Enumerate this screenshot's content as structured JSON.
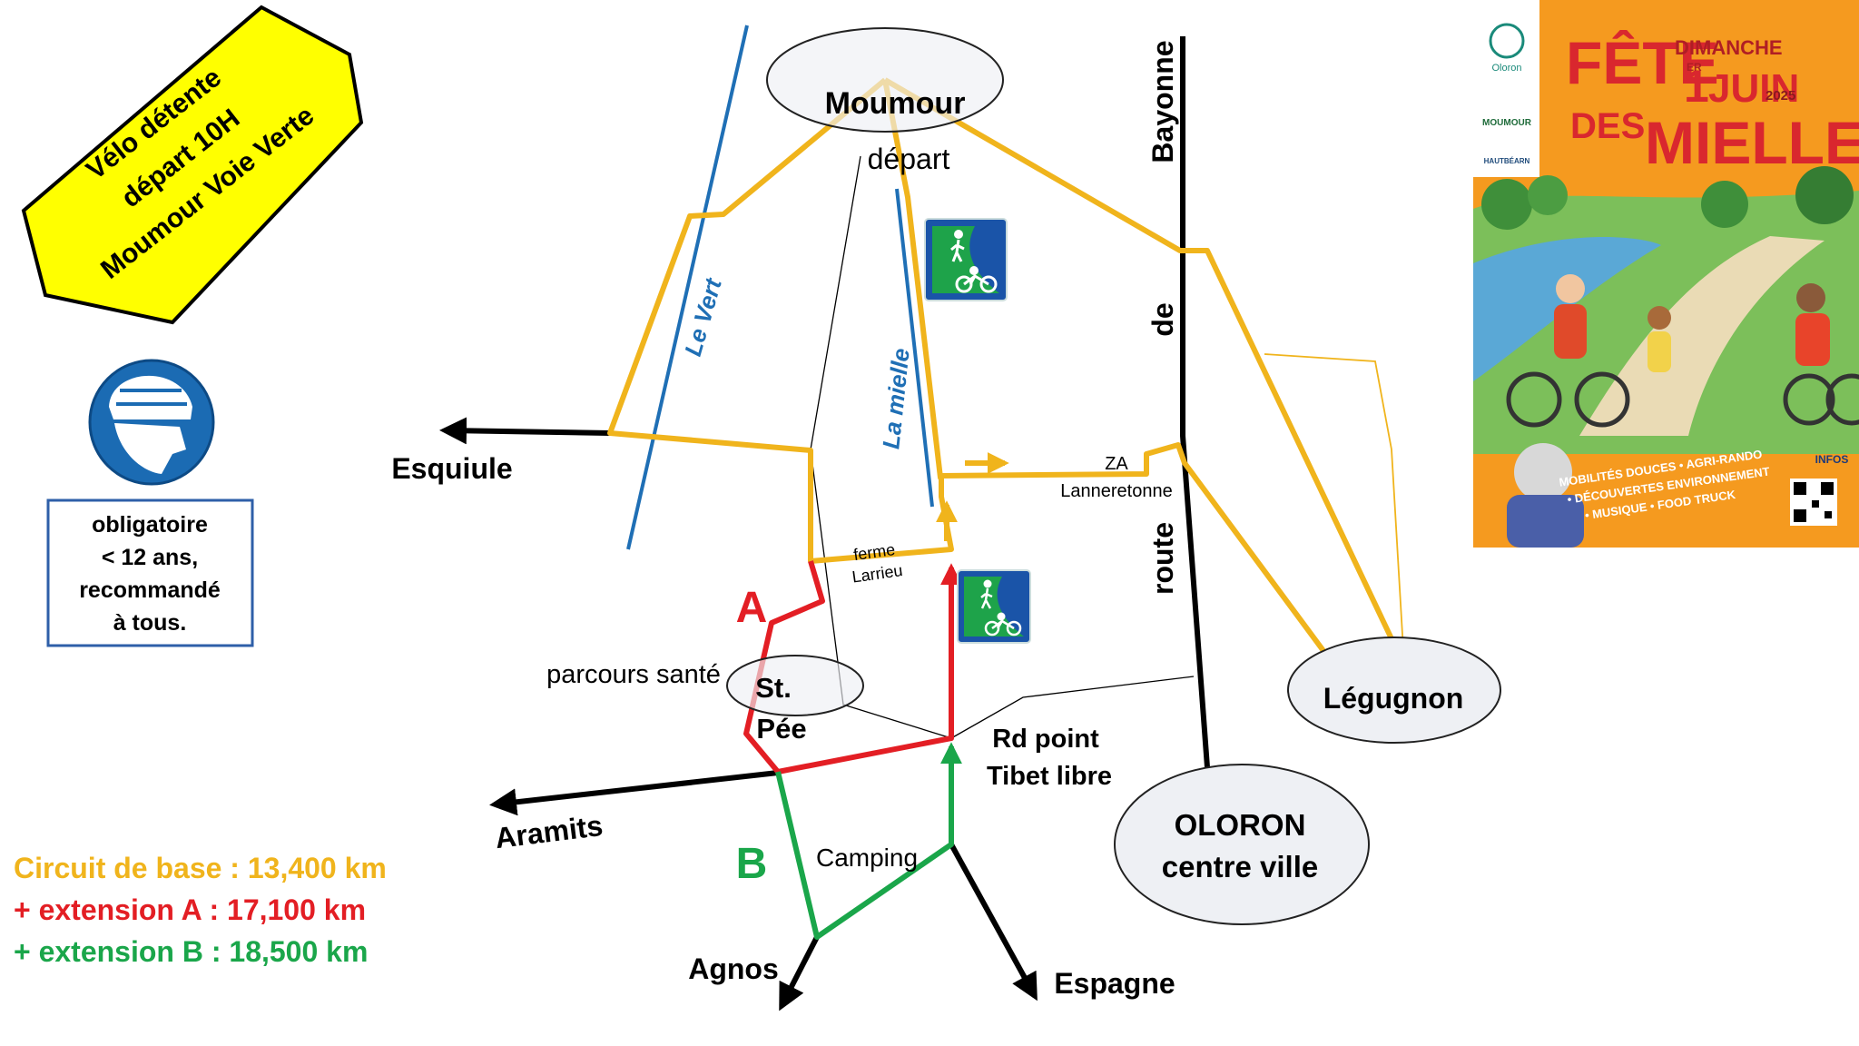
{
  "sign": {
    "line1": "Vélo détente",
    "line2": "départ 10H",
    "line3": "Moumour Voie Verte"
  },
  "helmet": {
    "icon": "helmet-icon",
    "line1": "obligatoire",
    "line2": "< 12 ans,",
    "line3": "recommandé",
    "line4": "à tous."
  },
  "legend": {
    "base": "Circuit de base : 13,400 km",
    "ext_a": "+ extension A : 17,100 km",
    "ext_b": "+ extension B  : 18,500 km",
    "colors": {
      "base": "#f0b41c",
      "ext_a": "#e31e24",
      "ext_b": "#1aa64a",
      "river": "#1f6fb5"
    }
  },
  "places": {
    "moumour": "Moumour",
    "depart": "départ",
    "st_pee_1": "St.",
    "st_pee_2": "Pée",
    "parcours": "parcours santé",
    "legugnon": "Légugnon",
    "oloron_1": "OLORON",
    "oloron_2": "centre ville",
    "rd_point_1": "Rd point",
    "rd_point_2": "Tibet libre",
    "camping": "Camping",
    "ferme_1": "ferme",
    "ferme_2": "Larrieu",
    "za_1": "ZA",
    "za_2": "Lanneretonne"
  },
  "directions": {
    "esquiule": "Esquiule",
    "aramits": "Aramits",
    "agnos": "Agnos",
    "espagne": "Espagne"
  },
  "route_bayonne": {
    "word1": "Bayonne",
    "word2": "de",
    "word3": "route"
  },
  "rivers": {
    "le_vert": "Le Vert",
    "la_mielle": "La mielle"
  },
  "markers": {
    "a": "A",
    "b": "B"
  },
  "voie_verte_sign": "greenway-pedestrian-bike-icon",
  "poster": {
    "title_1": "FÊTE",
    "title_2": "DES",
    "title_3": "MIELLES",
    "day": "DIMANCHE",
    "date_1": "1",
    "date_sup": "ER",
    "date_2": "JUIN",
    "year": "2025",
    "logo_1": "Oloron",
    "logo_2": "MOUMOUR",
    "logo_3": "HAUTBÉARN",
    "info_1": "MOBILITÉS DOUCES • AGRI-RANDO",
    "info_2": "• DÉCOUVERTES ENVIRONNEMENT",
    "info_3": "• MUSIQUE • FOOD TRUCK",
    "infos": "INFOS"
  }
}
